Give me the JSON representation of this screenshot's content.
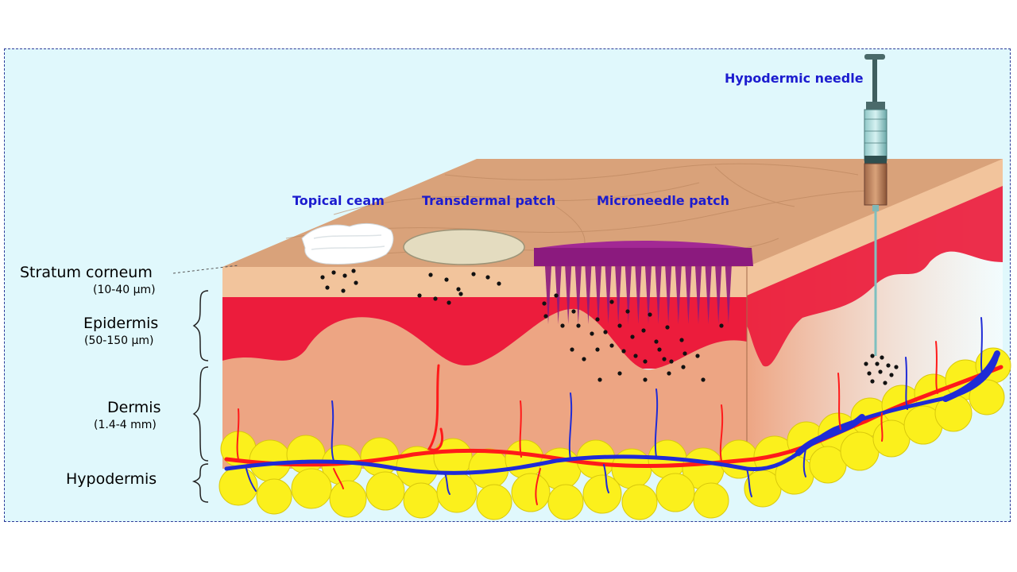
{
  "layers": [
    {
      "name": "Stratum corneum",
      "thickness": "(10-40 μm)"
    },
    {
      "name": "Epidermis",
      "thickness": "(50-150 μm)"
    },
    {
      "name": "Dermis",
      "thickness": "(1.4-4 mm)"
    },
    {
      "name": "Hypodermis",
      "thickness": ""
    }
  ],
  "delivery_methods": [
    {
      "label": "Topical ceam"
    },
    {
      "label": "Transdermal patch"
    },
    {
      "label": "Microneedle patch"
    },
    {
      "label": "Hypodermic needle"
    }
  ],
  "colors": {
    "frame_background": "#e0f8fc",
    "frame_border": "#2d3a99",
    "skin_surface": "#d9a27a",
    "stratum_corneum": "#f2c49c",
    "epidermis": "#ec1c3c",
    "dermis": "#eda583",
    "fat": "#fbf01c",
    "artery": "#ff1a1a",
    "vein": "#1f2bd6",
    "microneedle_patch": "#8b1a7e",
    "label_text": "#1c1ccf"
  }
}
